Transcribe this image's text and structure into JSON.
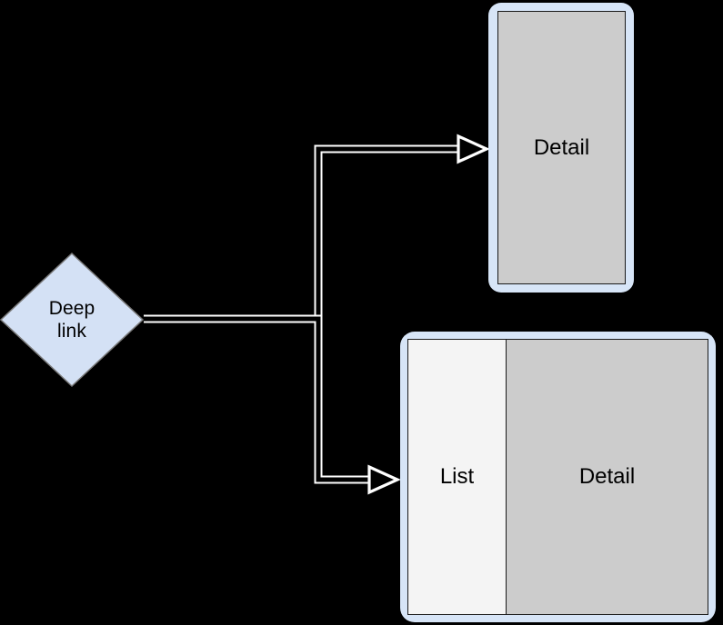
{
  "diagram": {
    "title": "Deep link navigation diagram",
    "background_color": "#000000",
    "edge_stroke_color": "#ffffff",
    "accent_frame_color": "#d7e5f7",
    "screen_color": "#cccccc",
    "list_pane_color": "#f4f4f4",
    "node_fill_color": "#d4e1f5",
    "node_border_color": "#7a7a7a"
  },
  "nodes": {
    "source": {
      "shape": "diamond",
      "label_line1": "Deep",
      "label_line2": "link"
    },
    "phone": {
      "shape": "phone-frame",
      "screen_label": "Detail"
    },
    "tablet": {
      "shape": "tablet-frame",
      "list_label": "List",
      "detail_label": "Detail"
    }
  },
  "edges": [
    {
      "name": "deep-link-to-detail",
      "from": "source",
      "to": "phone",
      "arrowhead": "open"
    },
    {
      "name": "deep-link-to-list-detail",
      "from": "source",
      "to": "tablet",
      "arrowhead": "open"
    }
  ]
}
